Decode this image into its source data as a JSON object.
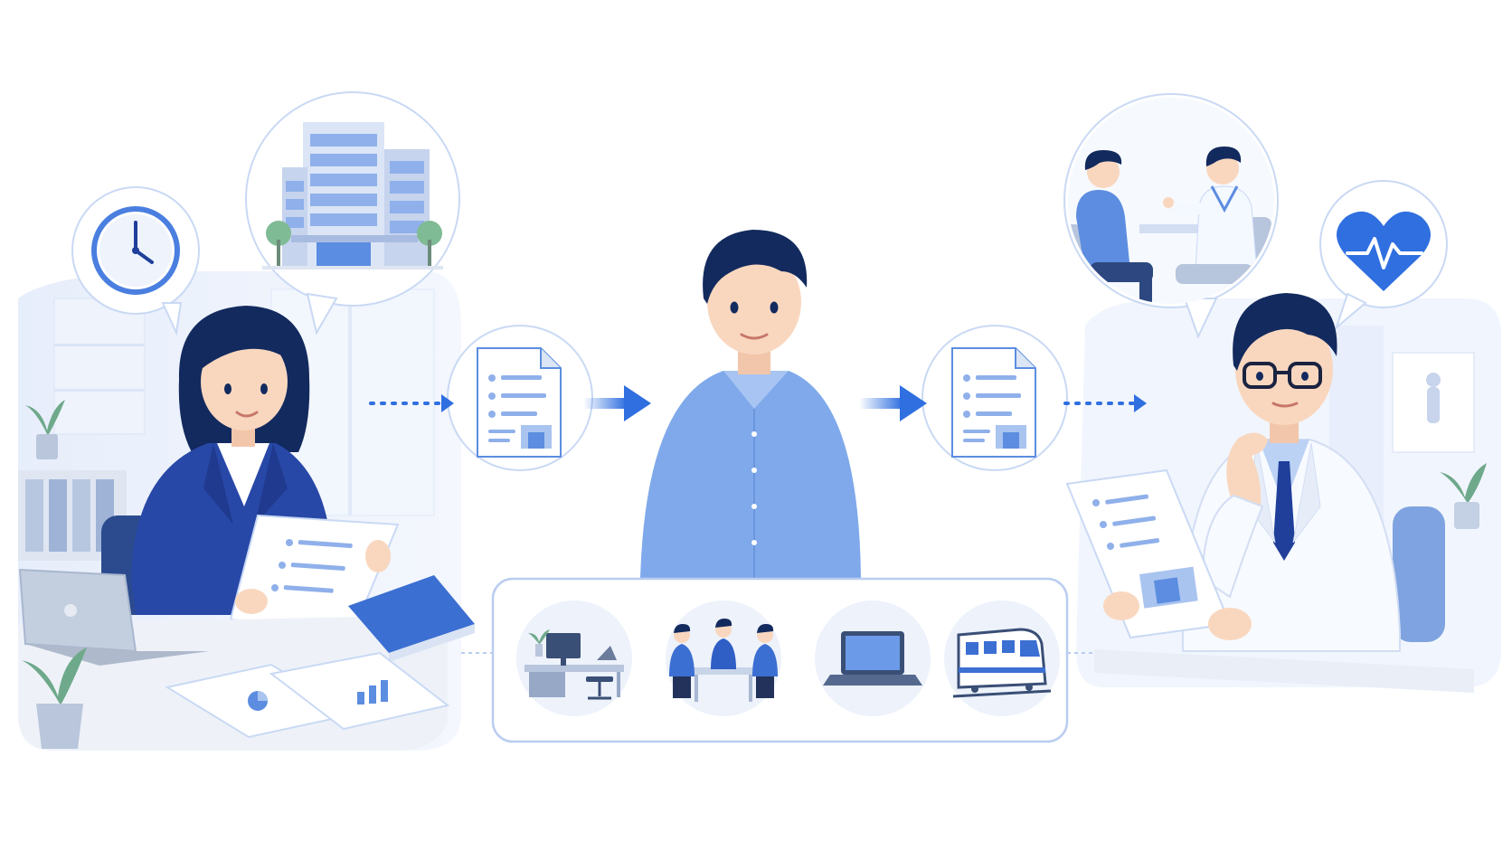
{
  "palette": {
    "primary": "#2f6fe0",
    "primary_dark": "#1f3f9a",
    "navy": "#13255e",
    "shirt": "#7fa9ea",
    "light": "#e8f0fc",
    "ring": "#c9d9f4",
    "skin": "#f9d7bf",
    "hair": "#132a5e",
    "white": "#ffffff",
    "line": "#b9cdf0"
  },
  "scenes": {
    "left": "office-manager",
    "center": "employee",
    "right": "occupational-doctor"
  },
  "bubbles": {
    "left": [
      "clock-icon",
      "office-building-icon"
    ],
    "right": [
      "consultation-icon",
      "heart-pulse-icon"
    ]
  },
  "documents": [
    "document-icon",
    "document-icon"
  ],
  "work_factors": [
    "desk-workstation-icon",
    "meeting-icon",
    "laptop-icon",
    "train-commute-icon"
  ]
}
